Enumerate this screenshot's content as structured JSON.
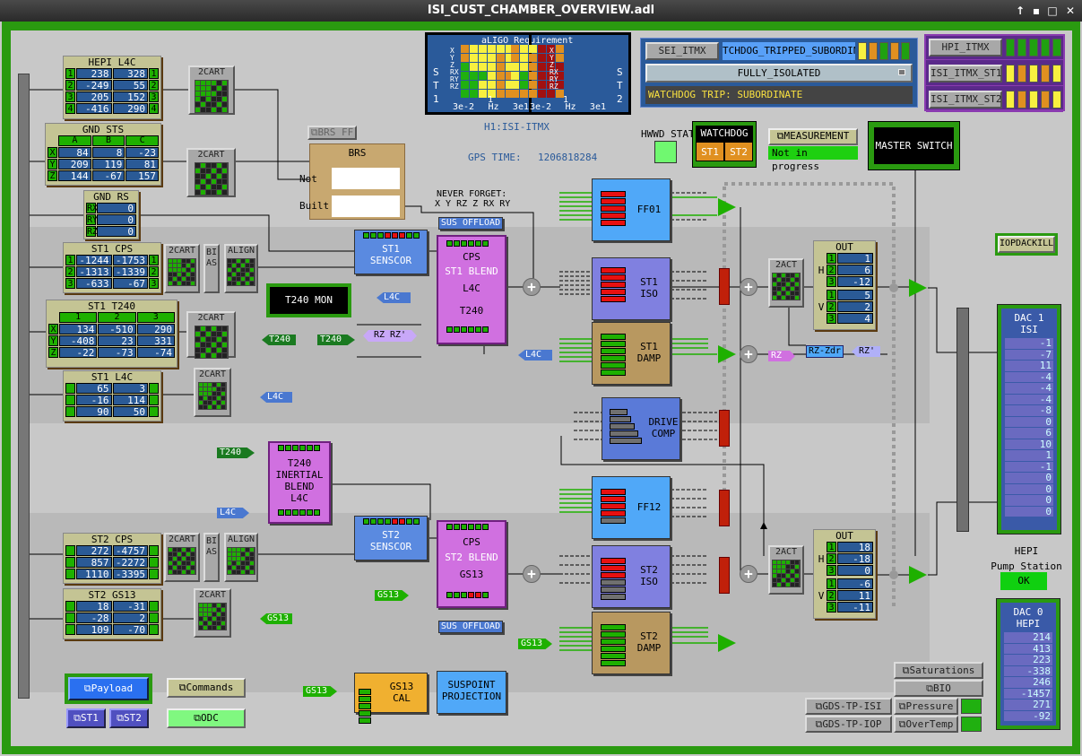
{
  "window": {
    "title": "ISI_CUST_CHAMBER_OVERVIEW.adl",
    "buttons": [
      "↑",
      "▪",
      "□",
      "✕"
    ]
  },
  "panels": {
    "hepi_l4c": {
      "title": "HEPI L4C",
      "corner_left": "H",
      "corner_right": "V",
      "left": [
        "1",
        "2",
        "3",
        "4"
      ],
      "right": [
        "1",
        "2",
        "3",
        "4"
      ],
      "rows": [
        [
          "238",
          "328"
        ],
        [
          "-249",
          "55"
        ],
        [
          "205",
          "152"
        ],
        [
          "-416",
          "290"
        ]
      ]
    },
    "gnd_sts": {
      "title": "GND STS",
      "cols": [
        "A",
        "B",
        "C"
      ],
      "left": [
        "X",
        "Y",
        "Z"
      ],
      "rows": [
        [
          "84",
          "8",
          "-23"
        ],
        [
          "209",
          "119",
          "81"
        ],
        [
          "144",
          "-67",
          "157"
        ]
      ]
    },
    "gnd_rs": {
      "title": "GND RS",
      "left": [
        "RX",
        "RY",
        "RZ"
      ],
      "rows": [
        [
          "0"
        ],
        [
          "0"
        ],
        [
          "0"
        ]
      ]
    },
    "st1_cps": {
      "title": "ST1 CPS",
      "left": [
        "1",
        "2",
        "3"
      ],
      "right": [
        "1",
        "2",
        "3"
      ],
      "rows": [
        [
          "-1244",
          "-1753"
        ],
        [
          "-1313",
          "-1339"
        ],
        [
          "-633",
          "-67"
        ]
      ]
    },
    "st1_t240": {
      "title": "ST1 T240",
      "cols": [
        "1",
        "2",
        "3"
      ],
      "left": [
        "X",
        "Y",
        "Z"
      ],
      "rows": [
        [
          "134",
          "-510",
          "290"
        ],
        [
          "-408",
          "23",
          "331"
        ],
        [
          "-22",
          "-73",
          "-74"
        ]
      ]
    },
    "st1_l4c": {
      "title": "ST1 L4C",
      "left": [
        "",
        "",
        ""
      ],
      "right": [
        "",
        "",
        ""
      ],
      "rows": [
        [
          "65",
          "3"
        ],
        [
          "-16",
          "114"
        ],
        [
          "90",
          "50"
        ]
      ]
    },
    "st2_cps": {
      "title": "ST2 CPS",
      "left": [
        "",
        "",
        ""
      ],
      "right": [
        "",
        "",
        ""
      ],
      "rows": [
        [
          "272",
          "-4757"
        ],
        [
          "857",
          "-2272"
        ],
        [
          "1110",
          "-3395"
        ]
      ]
    },
    "st2_gs13": {
      "title": "ST2 GS13",
      "left": [
        "",
        "",
        ""
      ],
      "right": [
        "",
        "",
        ""
      ],
      "rows": [
        [
          "18",
          "-31"
        ],
        [
          "-28",
          "2"
        ],
        [
          "109",
          "-70"
        ]
      ]
    },
    "out1": {
      "title": "OUT",
      "groups": [
        {
          "name": "H",
          "left": [
            "1",
            "2",
            "3"
          ],
          "rows": [
            [
              "1"
            ],
            [
              "6"
            ],
            [
              "-12"
            ]
          ]
        },
        {
          "name": "V",
          "left": [
            "1",
            "2",
            "3"
          ],
          "rows": [
            [
              "5"
            ],
            [
              "2"
            ],
            [
              "4"
            ]
          ]
        }
      ]
    },
    "out2": {
      "title": "OUT",
      "groups": [
        {
          "name": "H",
          "left": [
            "1",
            "2",
            "3"
          ],
          "rows": [
            [
              "18"
            ],
            [
              "-18"
            ],
            [
              "0"
            ]
          ]
        },
        {
          "name": "V",
          "left": [
            "1",
            "2",
            "3"
          ],
          "rows": [
            [
              "-6"
            ],
            [
              "11"
            ],
            [
              "-11"
            ]
          ]
        }
      ]
    }
  },
  "buttons": {
    "cart": "2CART",
    "bias": "BIAS",
    "align": "ALIGN",
    "act": "2ACT",
    "brs_ff": "BRS FF",
    "t240_mon": "T240 MON",
    "iopdackill": "IOPDACKILL",
    "payload": "Payload",
    "st1": "ST1",
    "st2": "ST2",
    "commands": "Commands",
    "odc": "ODC",
    "measurement": "MEASUREMENT",
    "master_switch": "MASTER SWITCH",
    "saturations": "Saturations",
    "bio": "BIO",
    "gds_tp_isi": "GDS-TP-ISI",
    "gds_tp_iop": "GDS-TP-IOP",
    "pressure": "Pressure",
    "overtemp": "OverTemp"
  },
  "brs": {
    "title": "BRS",
    "not": "Not",
    "built": "Built"
  },
  "never_forget": {
    "line1": "NEVER FORGET:",
    "line2": "X Y RZ Z RX RY"
  },
  "blocks": {
    "sus_offload": "SUS OFFLOAD",
    "st1_senscor": "ST1\nSENSCOR",
    "st2_senscor": "ST2\nSENSCOR",
    "st1_blend": {
      "cps": "CPS",
      "name": "ST1 BLEND",
      "l4c": "L4C",
      "t240": "T240"
    },
    "st2_blend": {
      "cps": "CPS",
      "name": "ST2 BLEND",
      "gs13": "GS13"
    },
    "inertial": "T240\nINERTIAL\nBLEND\nL4C",
    "ff01": "FF01",
    "st1_iso": "ST1\nISO",
    "st1_damp": "ST1\nDAMP",
    "drive_comp": "DRIVE\nCOMP",
    "ff12": "FF12",
    "st2_iso": "ST2\nISO",
    "st2_damp": "ST2\nDAMP",
    "gs13_cal": "GS13\nCAL",
    "suspoint": "SUSPOINT\nPROJECTION",
    "rz_rzp": "RZ RZ'",
    "rz_zdr": "RZ-Zdr"
  },
  "tags": {
    "l4c": "L4C",
    "t240": "T240",
    "gs13": "GS13",
    "rz": "RZ",
    "rzp": "RZ'"
  },
  "requirement": {
    "title": "aLIGO Requirement",
    "st1": "S T 1",
    "st2": "S T 2",
    "dofs": [
      "X",
      "Y",
      "Z",
      "RX",
      "RY",
      "RZ"
    ],
    "ticks": [
      "3e-2",
      "1",
      "3e1"
    ],
    "unit": "Hz",
    "st1_grid": [
      [
        "o",
        "y",
        "y",
        "y",
        "y",
        "y"
      ],
      [
        "o",
        "y",
        "y",
        "y",
        "o",
        "y"
      ],
      [
        "g",
        "y",
        "y",
        "y",
        "o",
        "y"
      ],
      [
        "g",
        "g",
        "g",
        "y",
        "o",
        "o"
      ],
      [
        "g",
        "g",
        "y",
        "y",
        "o",
        "y"
      ],
      [
        "g",
        "g",
        "y",
        "y",
        "o",
        "o"
      ]
    ],
    "st2_grid": [
      [
        "o",
        "y",
        "y",
        "r",
        "r",
        "o"
      ],
      [
        "o",
        "y",
        "o",
        "r",
        "r",
        "o"
      ],
      [
        "y",
        "y",
        "o",
        "r",
        "r",
        "r"
      ],
      [
        "y",
        "g",
        "o",
        "r",
        "r",
        "r"
      ],
      [
        "y",
        "g",
        "o",
        "r",
        "r",
        "r"
      ],
      [
        "o",
        "o",
        "o",
        "r",
        "r",
        "o"
      ]
    ],
    "colors": {
      "y": "#f8f040",
      "o": "#e09020",
      "g": "#20b010",
      "r": "#a01010"
    }
  },
  "header": {
    "ifo": "H1:ISI-ITMX",
    "gps_label": "GPS TIME:",
    "gps_value": "1206818284",
    "hwwd": "HWWD STAT",
    "watchdog": "WATCHDOG",
    "wd_st1": "ST1",
    "wd_st2": "ST2",
    "measurement_status": "Not in progress"
  },
  "sei": {
    "button": "SEI_ITMX",
    "state": "TCHDOG_TRIPPED_SUBORDINATE",
    "mode": "FULLY_ISOLATED",
    "message": "WATCHDOG TRIP: SUBORDINATE",
    "leds": [
      "#f8f040",
      "#e09020",
      "#20a010",
      "#e09020",
      "#20a010"
    ]
  },
  "hpi": [
    {
      "button": "HPI_ITMX",
      "leds": [
        "#20a010",
        "#20a010",
        "#20a010",
        "#20a010",
        "#20a010"
      ]
    },
    {
      "button": "ISI_ITMX_ST1",
      "leds": [
        "#f8f040",
        "#e09020",
        "#f8f040",
        "#e09020",
        "#f8f040"
      ]
    },
    {
      "button": "ISI_ITMX_ST2",
      "leds": [
        "#f8f040",
        "#e09020",
        "#f8f040",
        "#e09020",
        "#f8f040"
      ]
    }
  ],
  "dac1": {
    "title": "DAC 1\nISI",
    "values": [
      "-1",
      "-7",
      "11",
      "-4",
      "-4",
      "-4",
      "-8",
      "0",
      "6",
      "10",
      "1",
      "-1",
      "0",
      "0",
      "0",
      "0"
    ]
  },
  "dac0": {
    "title": "DAC 0\nHEPI",
    "values": [
      "214",
      "413",
      "223",
      "-338",
      "246",
      "-1457",
      "271",
      "-92"
    ]
  },
  "pump": {
    "label1": "HEPI",
    "label2": "Pump Station",
    "status": "OK"
  },
  "colors": {
    "frame": "#2a9a10",
    "value_bg": "#2a5a96",
    "led_green": "#1eb000",
    "filter_red": "#c0200a"
  }
}
